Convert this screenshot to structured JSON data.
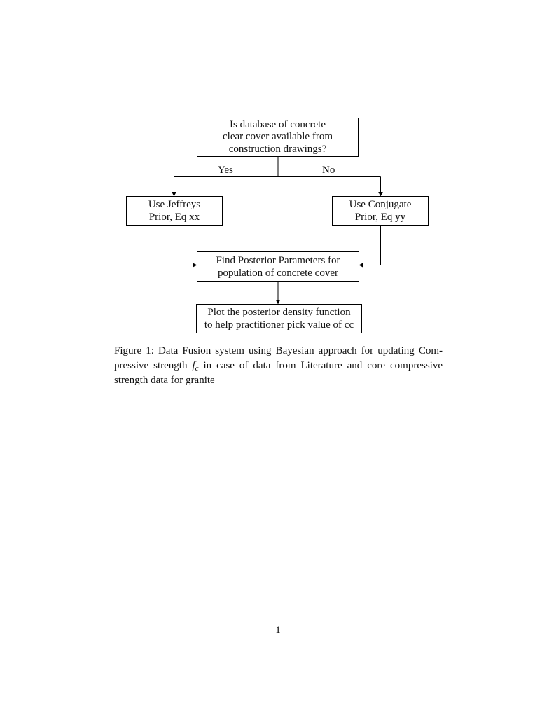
{
  "document": {
    "page_number": "1"
  },
  "flowchart": {
    "nodes": {
      "question": {
        "lines": [
          "Is database of concrete",
          "clear cover available from",
          "construction drawings?"
        ]
      },
      "jeffreys": {
        "lines": [
          "Use Jeffreys",
          "Prior, Eq xx"
        ]
      },
      "conjugate": {
        "lines": [
          "Use Conjugate",
          "Prior, Eq yy"
        ]
      },
      "posterior": {
        "lines": [
          "Find Posterior Parameters for",
          "population of concrete cover"
        ]
      },
      "plot": {
        "lines": [
          "Plot the posterior density function",
          "to help practitioner pick value of cc"
        ]
      }
    },
    "edge_labels": {
      "yes": "Yes",
      "no": "No"
    }
  },
  "caption": {
    "line1": "Figure 1: Data Fusion system using Bayesian approach for updating Com-",
    "line2_before": "pressive strength",
    "math_symbol": "f",
    "math_subscript": "c",
    "line2_after": "in case of data from Literature and core compressive",
    "line3": "strength data for granite"
  },
  "colors": {
    "ink": "#000000",
    "paper": "#ffffff"
  }
}
